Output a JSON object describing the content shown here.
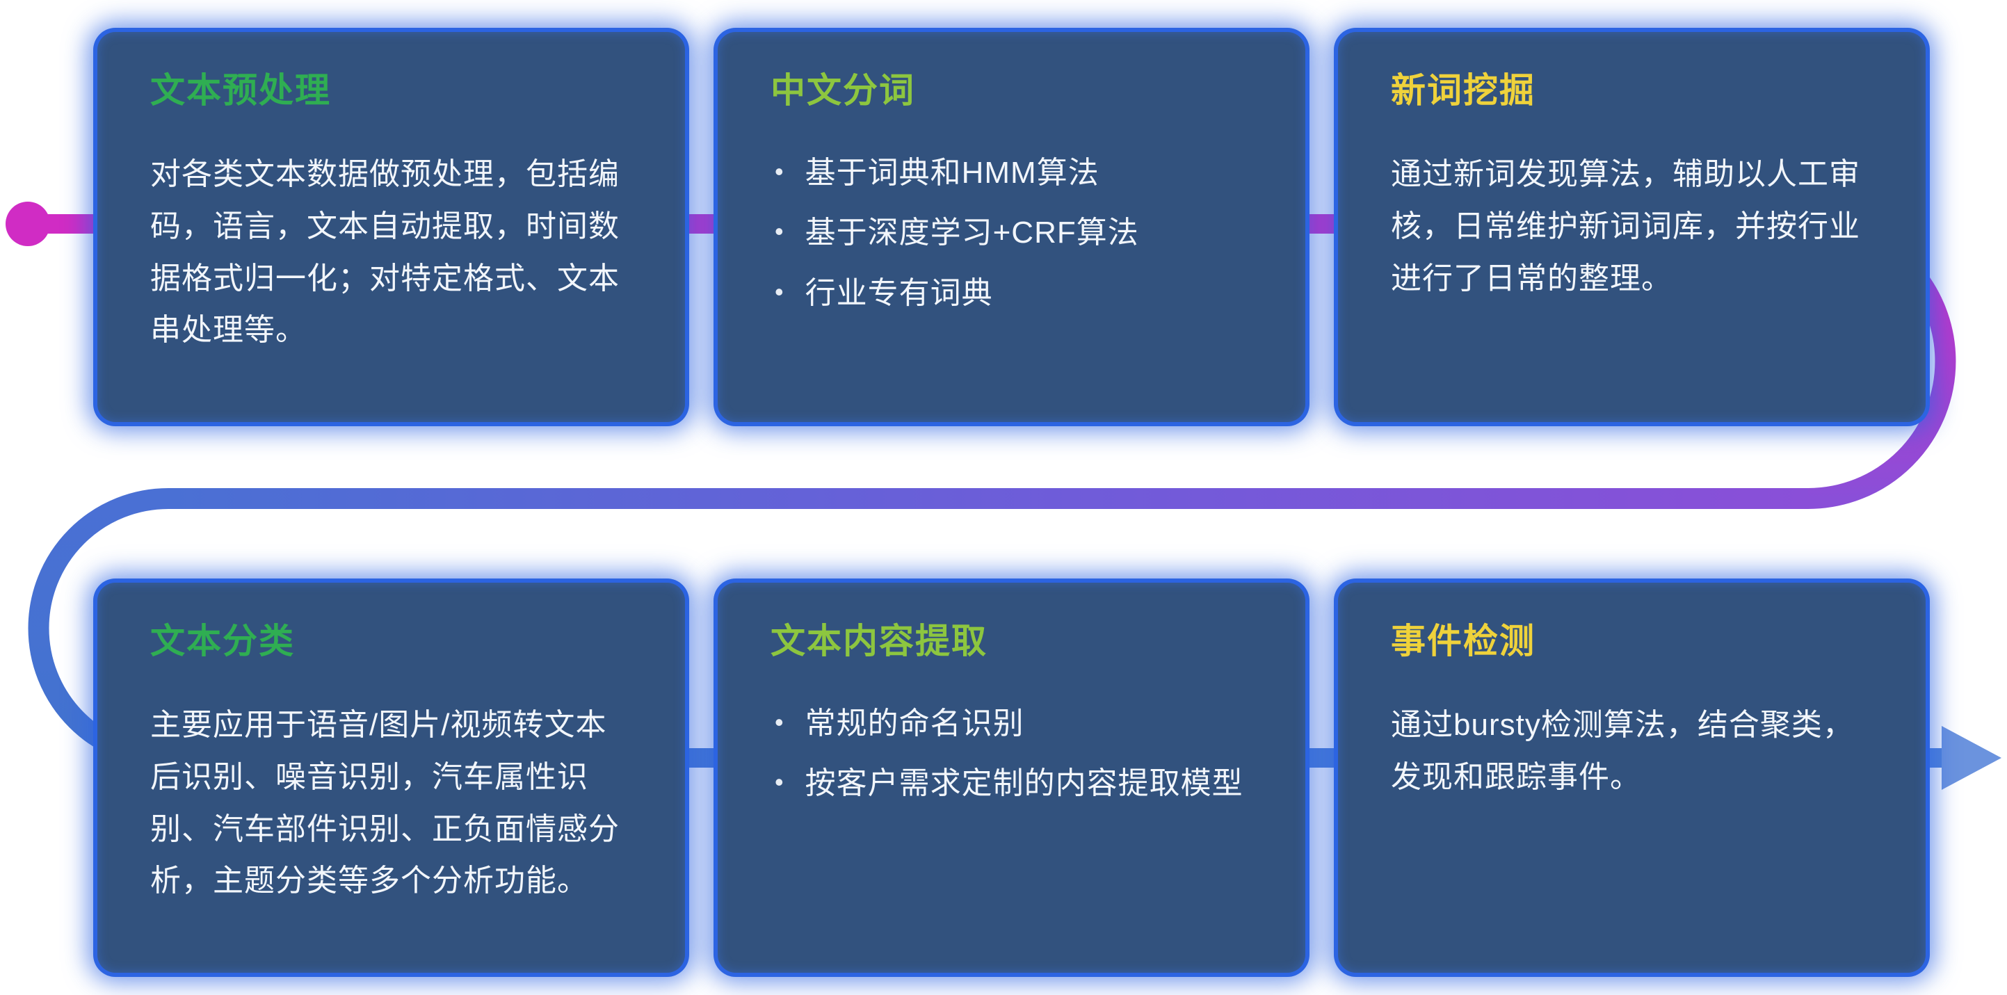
{
  "glyphs": {
    "bullet": "•"
  },
  "palette": {
    "flow-magenta": "#d02cc4",
    "flow-purple": "#8a4fd8",
    "flow-mid": "#6f5cd9",
    "flow-blue": "#4a70d4",
    "flow-blue-deep": "#4273cf",
    "flow-blue-light": "#4f82d9",
    "arrow-blue": "#6b93de",
    "card-bg": "#32527e",
    "card-glow": "#2c64e2",
    "body-text": "#f2f6fb"
  },
  "cards": [
    {
      "title": "文本预处理",
      "title_color": "#2fae52",
      "body": "对各类文本数据做预处理，包括编码，语言，文本自动提取，时间数据格式归一化；对特定格式、文本串处理等。"
    },
    {
      "title": "中文分词",
      "title_color": "#8dc63f",
      "bullets": [
        "基于词典和HMM算法",
        "基于深度学习+CRF算法",
        "行业专有词典"
      ]
    },
    {
      "title": "新词挖掘",
      "title_color": "#efd23b",
      "body": "通过新词发现算法，辅助以人工审核，日常维护新词词库，并按行业进行了日常的整理。"
    },
    {
      "title": "文本分类",
      "title_color": "#2fae52",
      "body": "主要应用于语音/图片/视频转文本后识别、噪音识别，汽车属性识别、汽车部件识别、正负面情感分析，主题分类等多个分析功能。"
    },
    {
      "title": "文本内容提取",
      "title_color": "#8dc63f",
      "bullets": [
        "常规的命名识别",
        "按客户需求定制的内容提取模型"
      ]
    },
    {
      "title": "事件检测",
      "title_color": "#efd23b",
      "body": "通过bursty检测算法，结合聚类，发现和跟踪事件。"
    }
  ]
}
